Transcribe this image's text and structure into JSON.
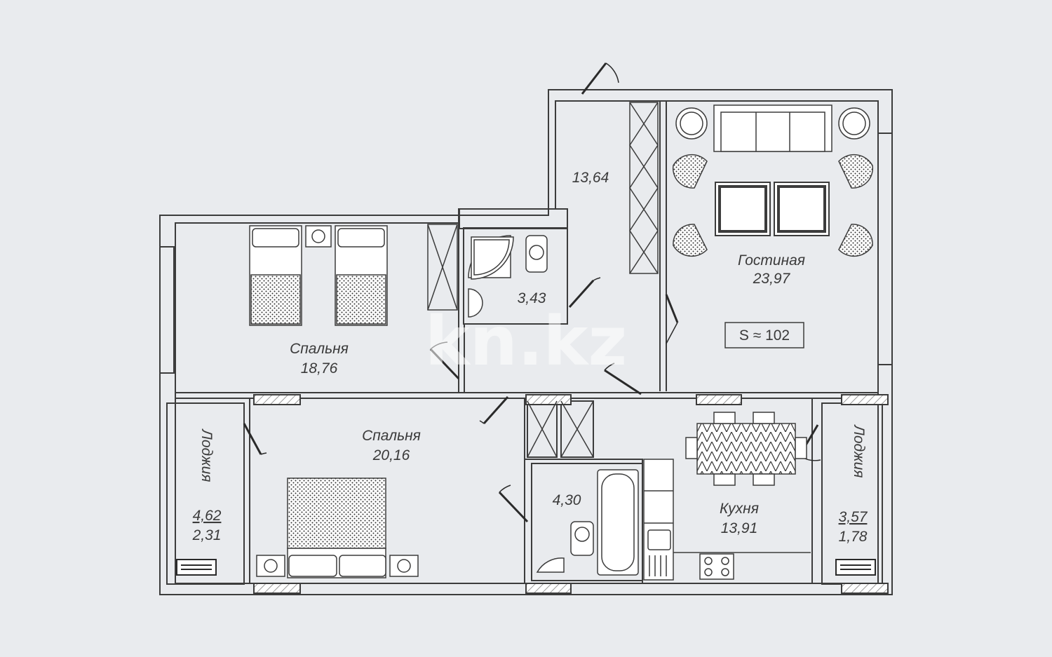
{
  "watermark": "kn.kz",
  "total_area": "S ≈ 102",
  "rooms": {
    "hall": {
      "area": "13,64"
    },
    "bath_small": {
      "area": "3,43"
    },
    "living": {
      "name": "Гостиная",
      "area": "23,97"
    },
    "bedroom_1": {
      "name": "Спальня",
      "area": "18,76"
    },
    "bedroom_2": {
      "name": "Спальня",
      "area": "20,16"
    },
    "bath_large": {
      "area": "4,30"
    },
    "kitchen": {
      "name": "Кухня",
      "area": "13,91"
    },
    "loggia_left": {
      "name": "Лоджия",
      "area_total": "4,62",
      "area_reduced": "2,31"
    },
    "loggia_right": {
      "name": "Лоджия",
      "area_total": "3,57",
      "area_reduced": "1,78"
    }
  },
  "colors": {
    "background": "#e9ebee",
    "floor": "#e9ebee",
    "wall": "#e9ebee",
    "line": "#3c3c3c"
  }
}
